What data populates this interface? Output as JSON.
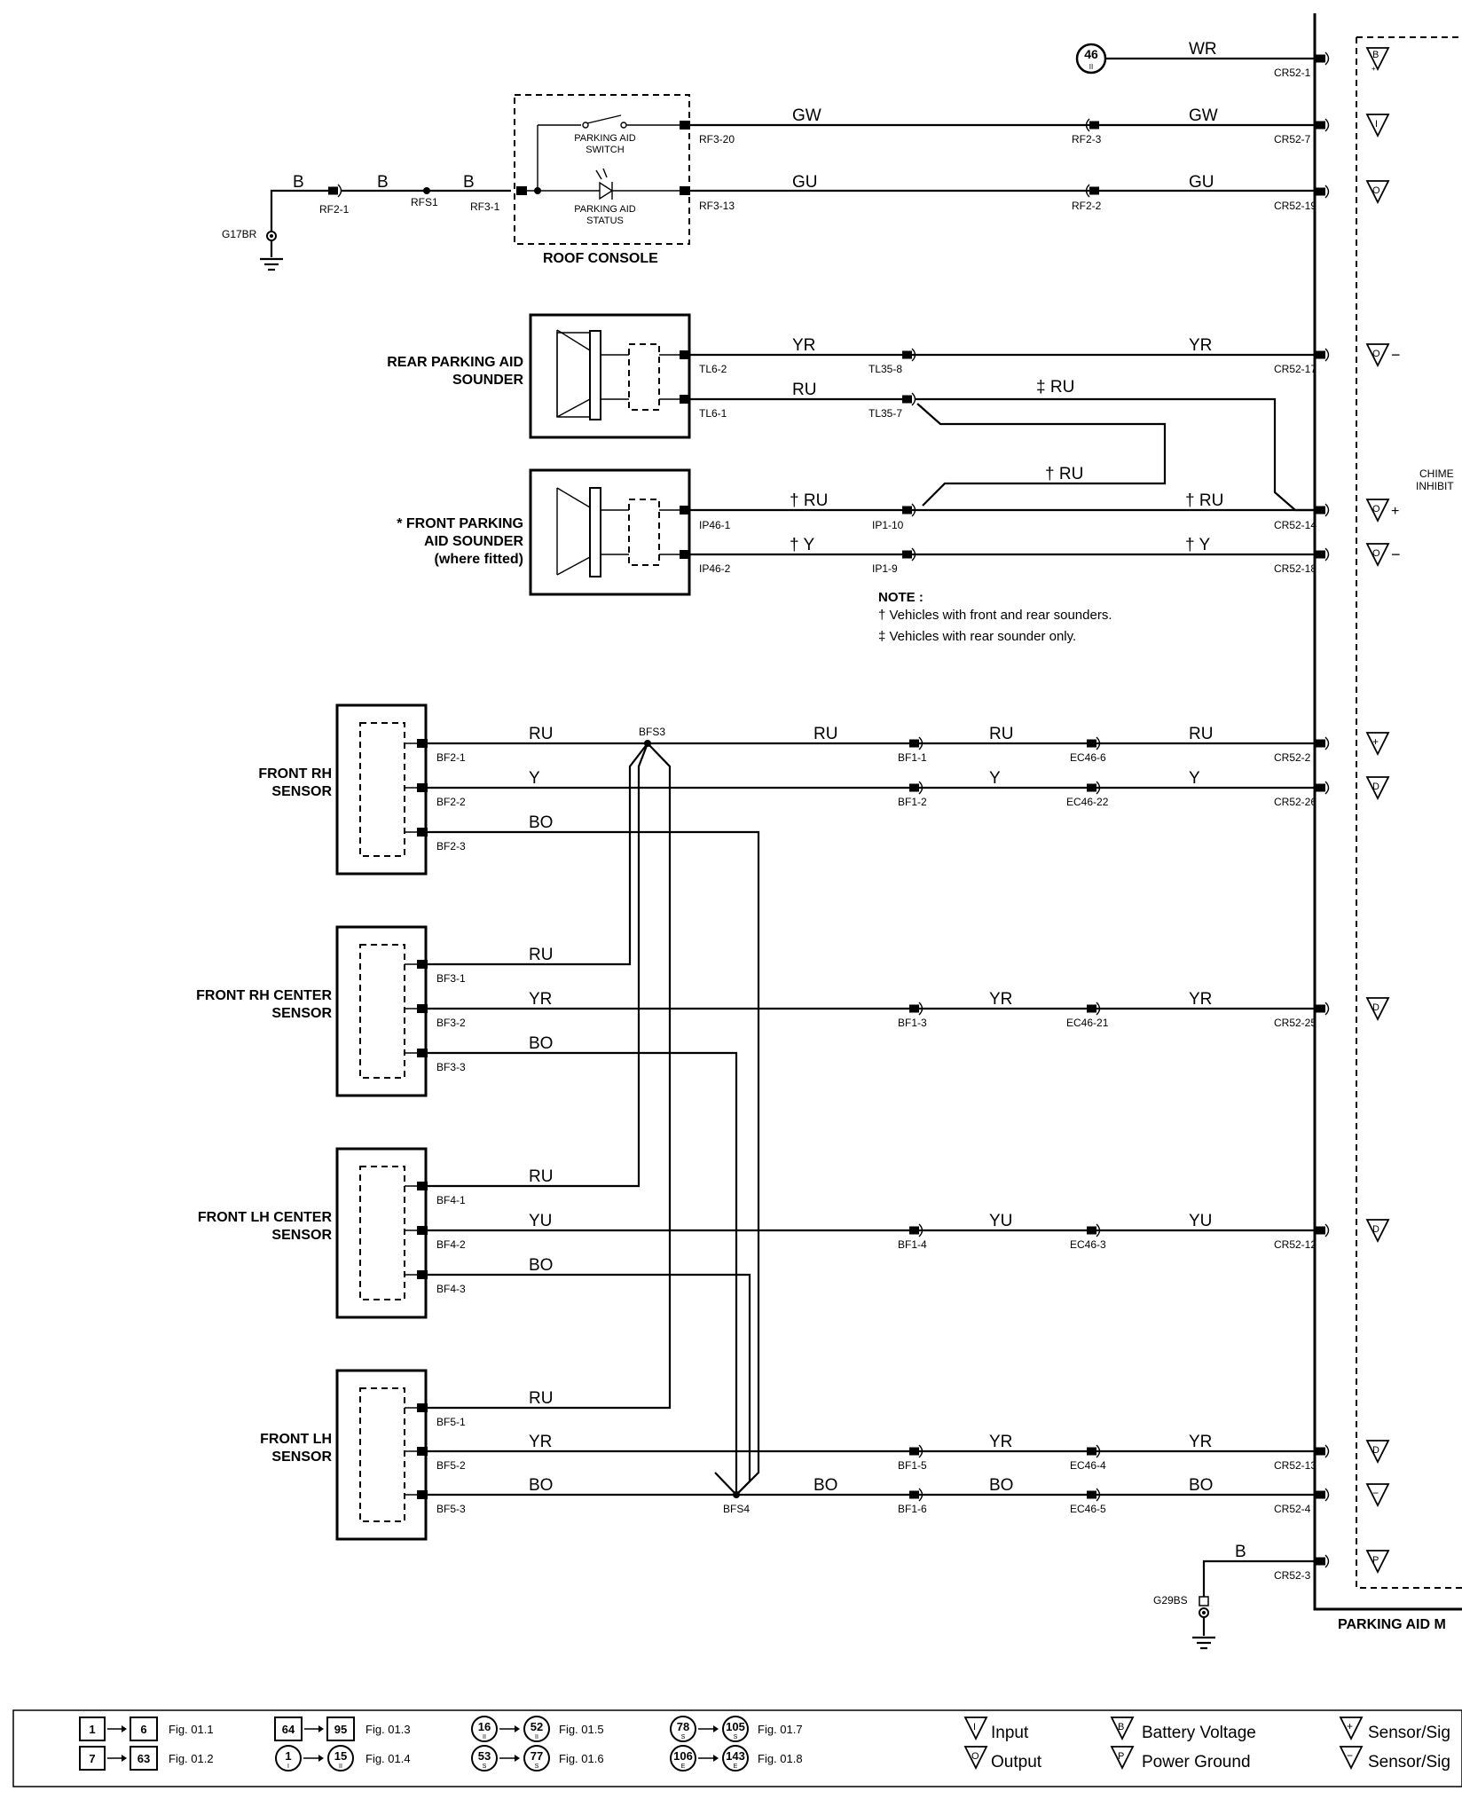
{
  "modules": {
    "roof_console": "ROOF CONSOLE",
    "parking_aid_module": "PARKING AID M",
    "chime_inhibit_1": "CHIME",
    "chime_inhibit_2": "INHIBIT"
  },
  "components": {
    "parking_aid_switch_1": "PARKING AID",
    "parking_aid_switch_2": "SWITCH",
    "parking_aid_status_1": "PARKING AID",
    "parking_aid_status_2": "STATUS",
    "rear_sounder_1": "REAR PARKING AID",
    "rear_sounder_2": "SOUNDER",
    "front_sounder_1": "* FRONT PARKING",
    "front_sounder_2": "AID SOUNDER",
    "front_sounder_3": "(where fitted)",
    "front_rh_1": "FRONT RH",
    "front_rh_2": "SENSOR",
    "front_rh_center_1": "FRONT RH CENTER",
    "front_rh_center_2": "SENSOR",
    "front_lh_center_1": "FRONT LH CENTER",
    "front_lh_center_2": "SENSOR",
    "front_lh_1": "FRONT LH",
    "front_lh_2": "SENSOR"
  },
  "ref_badge": {
    "number": "46",
    "sub": "II"
  },
  "wire_colors": {
    "wr": "WR",
    "gw": "GW",
    "gu": "GU",
    "b": "B",
    "yr": "YR",
    "ru": "RU",
    "ru_d": "‡ RU",
    "ru_t": "† RU",
    "y_t": "† Y",
    "y": "Y",
    "bo": "BO",
    "yu": "YU"
  },
  "connectors": {
    "g17br": "G17BR",
    "rf2_1": "RF2-1",
    "rfs1": "RFS1",
    "rf3_1": "RF3-1",
    "rf3_20": "RF3-20",
    "rf3_13": "RF3-13",
    "rf2_3": "RF2-3",
    "rf2_2": "RF2-2",
    "cr52_1": "CR52-1",
    "cr52_7": "CR52-7",
    "cr52_19": "CR52-19",
    "tl6_2": "TL6-2",
    "tl6_1": "TL6-1",
    "tl35_8": "TL35-8",
    "tl35_7": "TL35-7",
    "cr52_17": "CR52-17",
    "ip46_1": "IP46-1",
    "ip46_2": "IP46-2",
    "ip1_10": "IP1-10",
    "ip1_9": "IP1-9",
    "cr52_14": "CR52-14",
    "cr52_18": "CR52-18",
    "bf2_1": "BF2-1",
    "bf2_2": "BF2-2",
    "bf2_3": "BF2-3",
    "bfs3": "BFS3",
    "bf1_1": "BF1-1",
    "bf1_2": "BF1-2",
    "ec46_6": "EC46-6",
    "ec46_22": "EC46-22",
    "cr52_2": "CR52-2",
    "cr52_26": "CR52-26",
    "bf3_1": "BF3-1",
    "bf3_2": "BF3-2",
    "bf3_3": "BF3-3",
    "bf1_3": "BF1-3",
    "ec46_21": "EC46-21",
    "cr52_25": "CR52-25",
    "bf4_1": "BF4-1",
    "bf4_2": "BF4-2",
    "bf4_3": "BF4-3",
    "bf1_4": "BF1-4",
    "ec46_3": "EC46-3",
    "cr52_12": "CR52-12",
    "bf5_1": "BF5-1",
    "bf5_2": "BF5-2",
    "bf5_3": "BF5-3",
    "bf1_5": "BF1-5",
    "ec46_4": "EC46-4",
    "cr52_13": "CR52-13",
    "bfs4": "BFS4",
    "bf1_6": "BF1-6",
    "ec46_5": "EC46-5",
    "cr52_4": "CR52-4",
    "cr52_3": "CR52-3",
    "g29bs": "G29BS"
  },
  "pin_symbols": {
    "b": "B",
    "i": "I",
    "o": "O",
    "d": "D",
    "p": "P",
    "plus": "+",
    "minus": "−"
  },
  "note": {
    "title": "NOTE :",
    "line1": "† Vehicles with front and rear sounders.",
    "line2": "‡ Vehicles with rear sounder only."
  },
  "legend": {
    "r1": {
      "from": "1",
      "to": "6",
      "fig": "Fig. 01.1"
    },
    "r2": {
      "from": "7",
      "to": "63",
      "fig": "Fig. 01.2"
    },
    "r3": {
      "from": "64",
      "to": "95",
      "fig": "Fig. 01.3"
    },
    "r4": {
      "from": "1",
      "to": "15",
      "fig": "Fig. 01.4"
    },
    "r5": {
      "from": "16",
      "to": "52",
      "fig": "Fig. 01.5"
    },
    "r6": {
      "from": "53",
      "to": "77",
      "fig": "Fig. 01.6"
    },
    "r7": {
      "from": "78",
      "to": "105",
      "fig": "Fig. 01.7"
    },
    "r8": {
      "from": "106",
      "to": "143",
      "fig": "Fig. 01.8"
    },
    "sub_ii": "II",
    "sub_i": "I",
    "sub_s": "S",
    "sub_e": "E",
    "input": "Input",
    "output": "Output",
    "battery_voltage": "Battery Voltage",
    "power_ground": "Power Ground",
    "sensor_sig_1": "Sensor/Sig",
    "sensor_sig_2": "Sensor/Sig"
  }
}
